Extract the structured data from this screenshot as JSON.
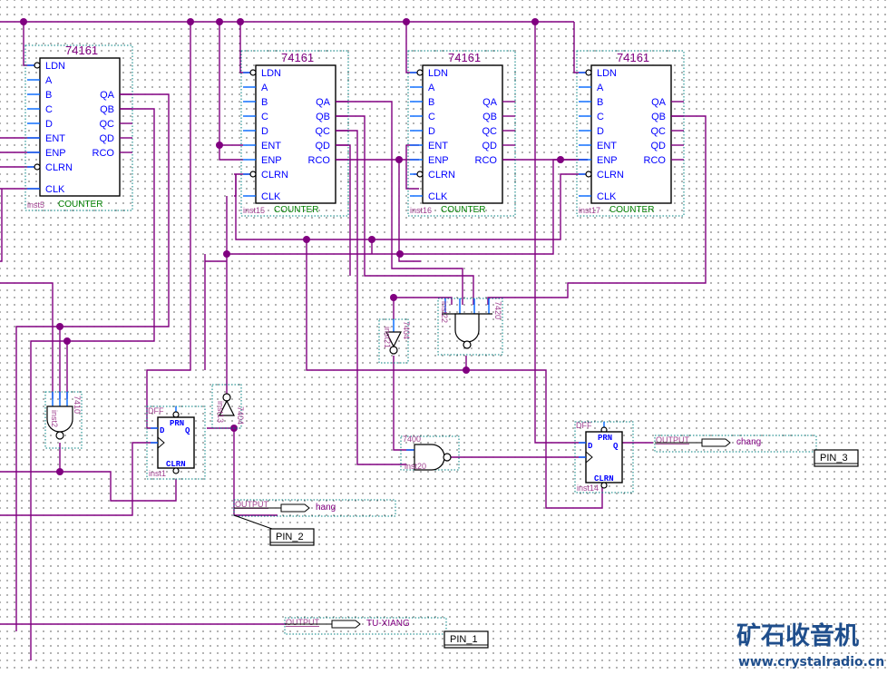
{
  "schematic": {
    "counters": [
      {
        "id": "c0",
        "title": "74161",
        "instance": "inst5",
        "type": "COUNTER",
        "inputs": [
          "LDN",
          "A",
          "B",
          "C",
          "D",
          "ENT",
          "ENP",
          "CLRN",
          "CLK"
        ],
        "outputs": [
          "QA",
          "QB",
          "QC",
          "QD",
          "RCO"
        ]
      },
      {
        "id": "c1",
        "title": "74161",
        "instance": "inst15",
        "type": "COUNTER",
        "inputs": [
          "LDN",
          "A",
          "B",
          "C",
          "D",
          "ENT",
          "ENP",
          "CLRN",
          "CLK"
        ],
        "outputs": [
          "QA",
          "QB",
          "QC",
          "QD",
          "RCO"
        ]
      },
      {
        "id": "c2",
        "title": "74161",
        "instance": "inst16",
        "type": "COUNTER",
        "inputs": [
          "LDN",
          "A",
          "B",
          "C",
          "D",
          "ENT",
          "ENP",
          "CLRN",
          "CLK"
        ],
        "outputs": [
          "QA",
          "QB",
          "QC",
          "QD",
          "RCO"
        ]
      },
      {
        "id": "c3",
        "title": "74161",
        "instance": "inst17",
        "type": "COUNTER",
        "inputs": [
          "LDN",
          "A",
          "B",
          "C",
          "D",
          "ENT",
          "ENP",
          "CLRN",
          "CLK"
        ],
        "outputs": [
          "QA",
          "QB",
          "QC",
          "QD",
          "RCO"
        ]
      }
    ],
    "gates": [
      {
        "instance": "inst2",
        "part": "7410"
      },
      {
        "instance": "inst22",
        "part": "7420"
      },
      {
        "instance": "inst21",
        "part": "7404"
      },
      {
        "instance": "inst13",
        "part": "7404"
      },
      {
        "instance": "inst20",
        "part": "7400"
      }
    ],
    "flipflops": [
      {
        "instance": "inst1",
        "type": "DFF",
        "pins": {
          "prn": "PRN",
          "d": "D",
          "q": "Q",
          "clrn": "CLRN"
        }
      },
      {
        "instance": "inst14",
        "type": "DFF",
        "pins": {
          "prn": "PRN",
          "d": "D",
          "q": "Q",
          "clrn": "CLRN"
        }
      }
    ],
    "outputs": [
      {
        "kind": "OUTPUT",
        "name": "hang",
        "pin": "PIN_2"
      },
      {
        "kind": "OUTPUT",
        "name": "chang",
        "pin": "PIN_3"
      },
      {
        "kind": "OUTPUT",
        "name": "TU-XIANG",
        "pin": "PIN_1"
      }
    ]
  },
  "watermark": {
    "title": "矿石收音机",
    "url": "www.crystalradio.cn"
  },
  "colors": {
    "wire": "#800080",
    "pin": "#0066ff",
    "frame": "#008080",
    "label": "#0000ff",
    "watermark": "#1f4e8c"
  }
}
